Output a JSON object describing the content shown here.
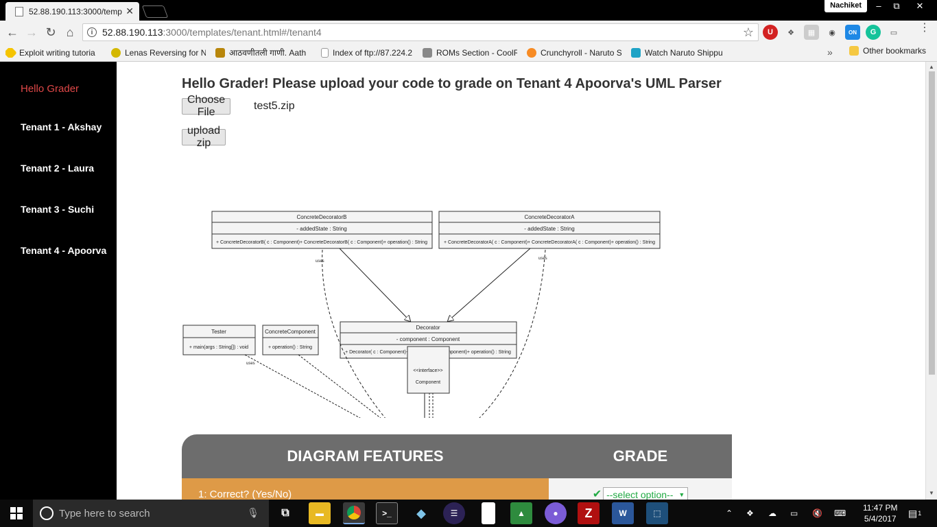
{
  "browser": {
    "tab_title": "52.88.190.113:3000/temp",
    "tab_close": "✕",
    "profile_name": "Nachiket",
    "url_host": "52.88.190.113",
    "url_rest": ":3000/templates/tenant.html#/tenant4",
    "bookmarks": [
      {
        "label": "Exploit writing tutoria",
        "color": "#f5c400"
      },
      {
        "label": "Lenas Reversing for N",
        "color": "#d4b800"
      },
      {
        "label": "आठवणीतली गाणी. Aath",
        "color": "#b8860b"
      },
      {
        "label": "Index of ftp://87.224.2",
        "color": "#ffffff"
      },
      {
        "label": "ROMs Section - CoolR",
        "color": "#888888"
      },
      {
        "label": "Crunchyroll - Naruto S",
        "color": "#f78b24"
      },
      {
        "label": "Watch Naruto Shippu",
        "color": "#1fa3c6"
      }
    ],
    "bookmarks_more": "»",
    "other_bookmarks": "Other bookmarks"
  },
  "sidebar": {
    "hello": "Hello Grader",
    "links": [
      "Tenant 1 - Akshay",
      "Tenant 2 - Laura",
      "Tenant 3 - Suchi",
      "Tenant 4 - Apoorva"
    ]
  },
  "main": {
    "heading": "Hello Grader! Please upload your code to grade on Tenant 4 Apoorva's UML Parser",
    "choose_file": "Choose File",
    "file_name": "test5.zip",
    "upload_button": "upload zip"
  },
  "uml": {
    "classes": {
      "cdb": {
        "name": "ConcreteDecoratorB",
        "attrs": "- addedState : String",
        "ops": "+ ConcreteDecoratorB( c : Component)+ ConcreteDecoratorB( c : Component)+ operation() : String"
      },
      "cda": {
        "name": "ConcreteDecoratorA",
        "attrs": "- addedState : String",
        "ops": "+ ConcreteDecoratorA( c : Component)+ ConcreteDecoratorA( c : Component)+ operation() : String"
      },
      "tester": {
        "name": "Tester",
        "ops": "+ main(args : String[]) : void"
      },
      "cc": {
        "name": "ConcreteComponent",
        "ops": "+ operation() : String"
      },
      "dec": {
        "name": "Decorator",
        "attrs": "- component : Component",
        "ops": "+ Decorator( c : Component)+ Decorator( c : Component)+ operation() : String"
      },
      "comp": {
        "stereotype": "<<interface>>",
        "name": "Component"
      }
    },
    "uses_label": "uses"
  },
  "grading_table": {
    "col1": "DIAGRAM FEATURES",
    "col2": "GRADE",
    "row1_label": "1: Correct? (Yes/No)",
    "row1_select": "--select option--"
  },
  "taskbar": {
    "search_placeholder": "Type here to search",
    "time": "11:47 PM",
    "date": "5/4/2017",
    "notif_count": "1"
  }
}
